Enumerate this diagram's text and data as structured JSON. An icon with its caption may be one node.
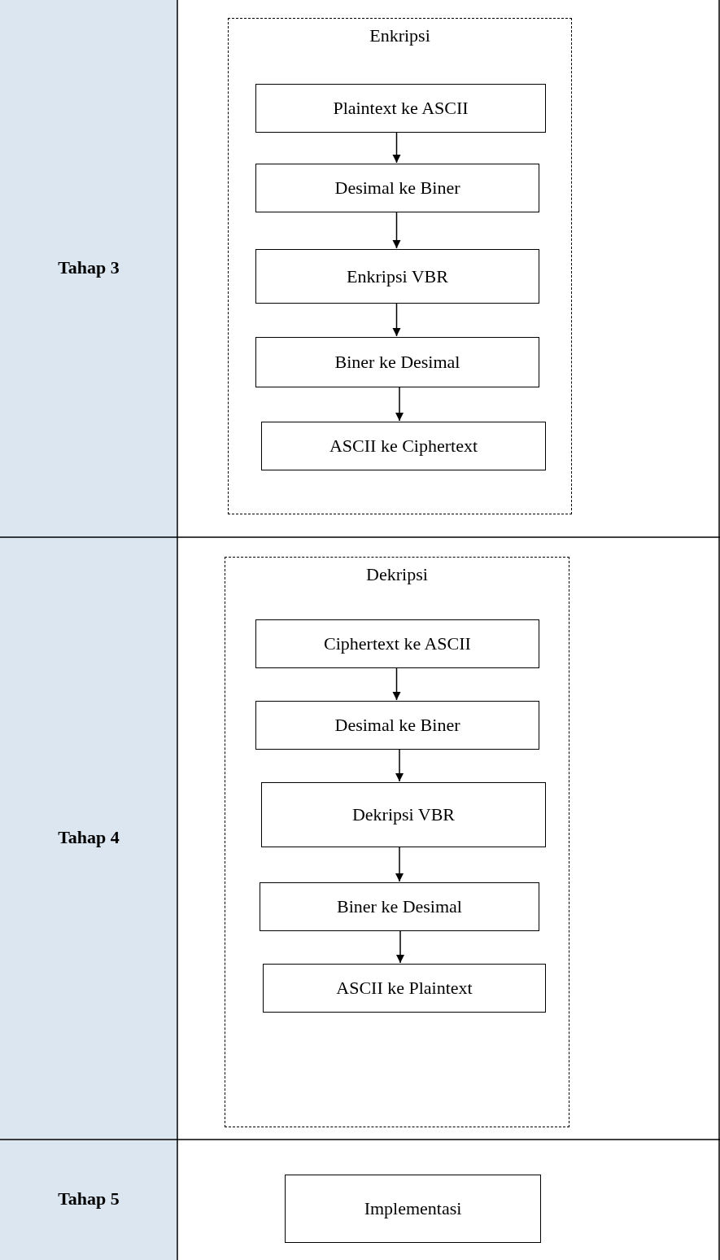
{
  "diagram": {
    "nodes": [
      {
        "text": [
          "Enkripsi"
        ]
      },
      {
        "text": [
          "Plaintext ke ASCII"
        ],
        "in": 0
      },
      {
        "text": [
          "Desimal ke Biner"
        ],
        "in": 0
      },
      {
        "text": [
          "Enkripsi VBR"
        ],
        "in": 0
      },
      {
        "text": [
          "Biner ke Desimal"
        ],
        "in": 0
      },
      {
        "text": [
          "ASCII ke Ciphertext"
        ],
        "in": 0
      },
      {
        "text": [
          "Dekripsi"
        ]
      },
      {
        "text": [
          "Ciphertext ke ASCII"
        ],
        "in": 6
      },
      {
        "text": [
          "Desimal ke Biner"
        ],
        "in": 6
      },
      {
        "text": [
          "Dekripsi VBR"
        ],
        "in": 6
      },
      {
        "text": [
          "Biner ke Desimal"
        ],
        "in": 6
      },
      {
        "text": [
          "ASCII ke Plaintext"
        ],
        "in": 6
      },
      {
        "text": [
          "Implementasi"
        ]
      }
    ],
    "edges": [
      {
        "from": 1,
        "to": 2,
        "arrow": "to"
      },
      {
        "from": 2,
        "to": 3,
        "arrow": "to"
      },
      {
        "from": 3,
        "to": 4,
        "arrow": "to"
      },
      {
        "from": 4,
        "to": 5,
        "arrow": "to"
      },
      {
        "from": 7,
        "to": 8,
        "arrow": "to"
      },
      {
        "from": 8,
        "to": 9,
        "arrow": "to"
      },
      {
        "from": 9,
        "to": 10,
        "arrow": "to"
      },
      {
        "from": 10,
        "to": 11,
        "arrow": "to"
      }
    ],
    "labels": [
      "Tahap 3",
      "Tahap 4",
      "Tahap 5"
    ]
  }
}
